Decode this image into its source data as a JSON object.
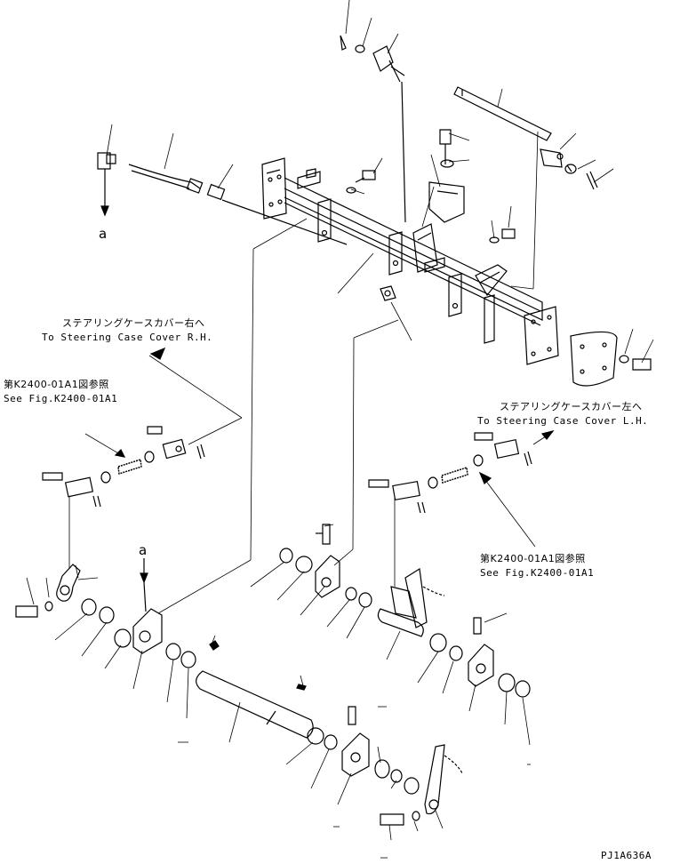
{
  "labels": {
    "steering_rh_jp": "ステアリングケースカバー右へ",
    "steering_rh_en": "To Steering Case Cover R.H.",
    "fig_ref_left_jp": "第K2400-01A1図参照",
    "fig_ref_left_en": "See Fig.K2400-01A1",
    "steering_lh_jp": "ステアリングケースカバー左へ",
    "steering_lh_en": "To Steering Case Cover L.H.",
    "fig_ref_right_jp": "第K2400-01A1図参照",
    "fig_ref_right_en": "See Fig.K2400-01A1",
    "marker_a_top": "a",
    "marker_a_left": "a",
    "drawing_code": "PJ1A636A"
  }
}
